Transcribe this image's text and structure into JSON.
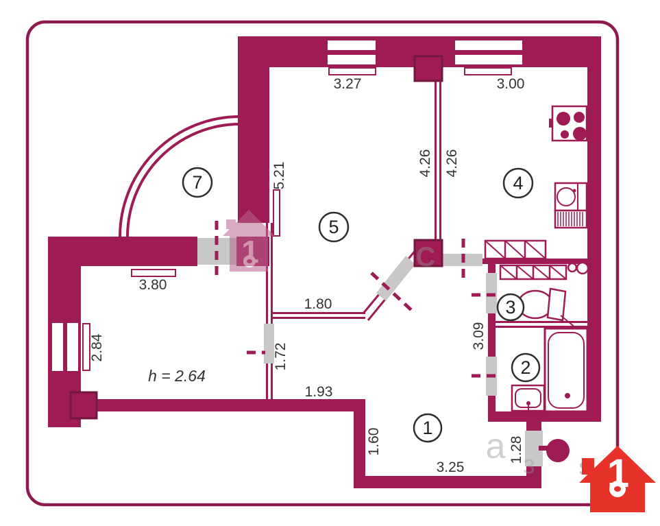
{
  "colors": {
    "wall": "#9e1b55",
    "pillar": "#731840",
    "door": "#c9c7c8",
    "logo": "#e63229",
    "text": "#333333"
  },
  "rooms": {
    "r1": "1",
    "r2": "2",
    "r3": "3",
    "r4": "4",
    "r5": "5",
    "r7": "7"
  },
  "dimensions": {
    "living_top_window": "3.27",
    "kitchen_top_window": "3.00",
    "living_left": "5.21",
    "living_side": "4.26",
    "kitchen_side": "4.26",
    "bedroom_top": "3.80",
    "bedroom_window": "2.84",
    "bedroom_door": "1.72",
    "hall_opening": "1.80",
    "hall_top": "1.93",
    "wc_wall": "3.09",
    "hall_inner": "1.60",
    "hall_bottom": "3.25",
    "entry_door": "1.28"
  },
  "height_note": "h = 2.64",
  "logo": {
    "number": "1"
  },
  "watermark": {
    "number": "1",
    "fragments": {
      "c": "С",
      "a": "а",
      "z": "з",
      "s": "s"
    }
  }
}
